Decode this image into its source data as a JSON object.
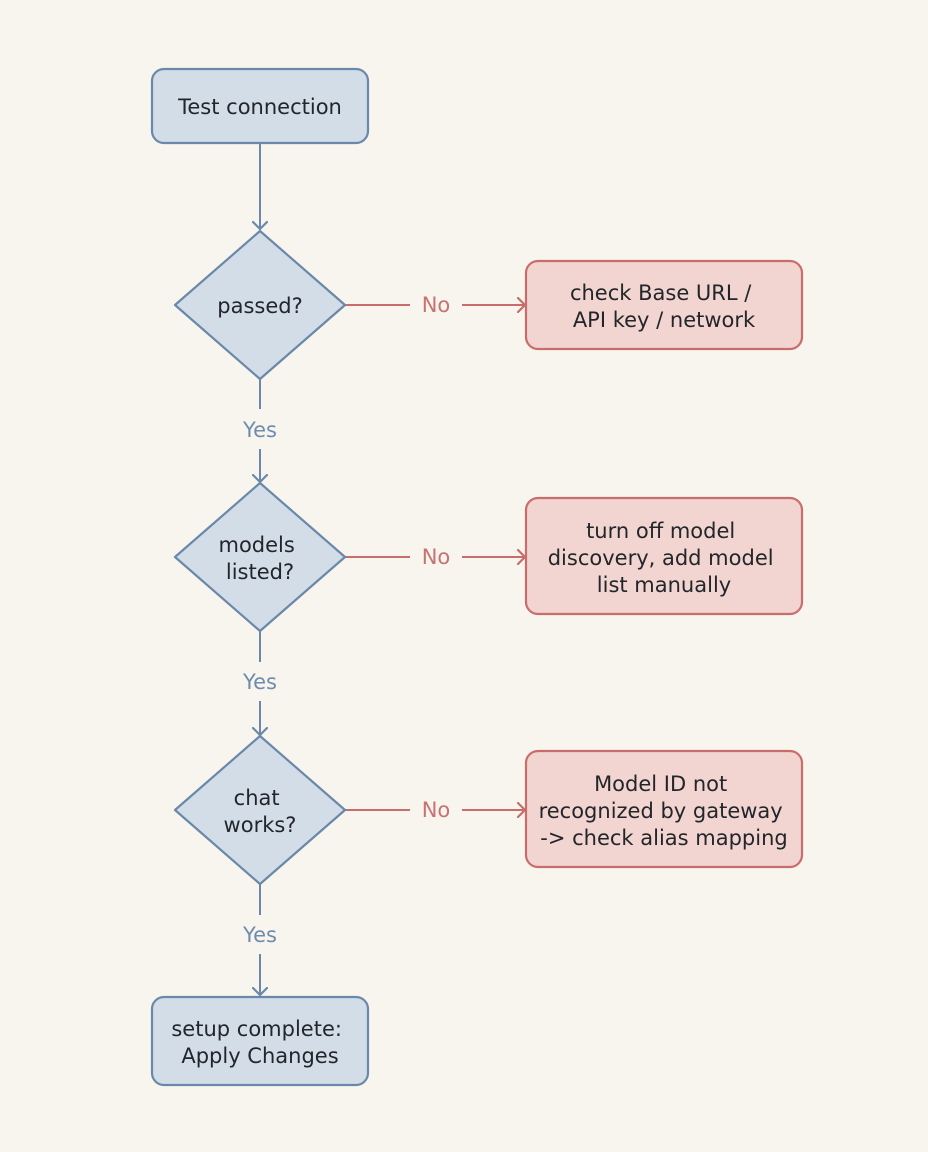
{
  "colors": {
    "background": "#f8f5ee",
    "primary_fill": "#d2dde8",
    "primary_stroke": "#6a88aa",
    "error_fill": "#f2d4d0",
    "error_stroke": "#c96c6c",
    "yes_label": "#6e8cae",
    "no_label": "#c87272",
    "text": "#22262b"
  },
  "flowchart": {
    "start": {
      "lines": [
        "Test connection"
      ]
    },
    "decisions": [
      {
        "lines": [
          "passed?"
        ],
        "yes_label": "Yes",
        "no_label": "No",
        "error_lines": [
          "check Base URL /",
          "API key / network"
        ]
      },
      {
        "lines": [
          "models",
          "listed?"
        ],
        "yes_label": "Yes",
        "no_label": "No",
        "error_lines": [
          "turn off model",
          "discovery, add model",
          "list manually"
        ]
      },
      {
        "lines": [
          "chat",
          "works?"
        ],
        "yes_label": "Yes",
        "no_label": "No",
        "error_lines": [
          "Model ID not",
          "recognized by gateway",
          "-> check alias mapping"
        ]
      }
    ],
    "end": {
      "lines": [
        "setup complete:",
        "Apply Changes"
      ]
    }
  }
}
